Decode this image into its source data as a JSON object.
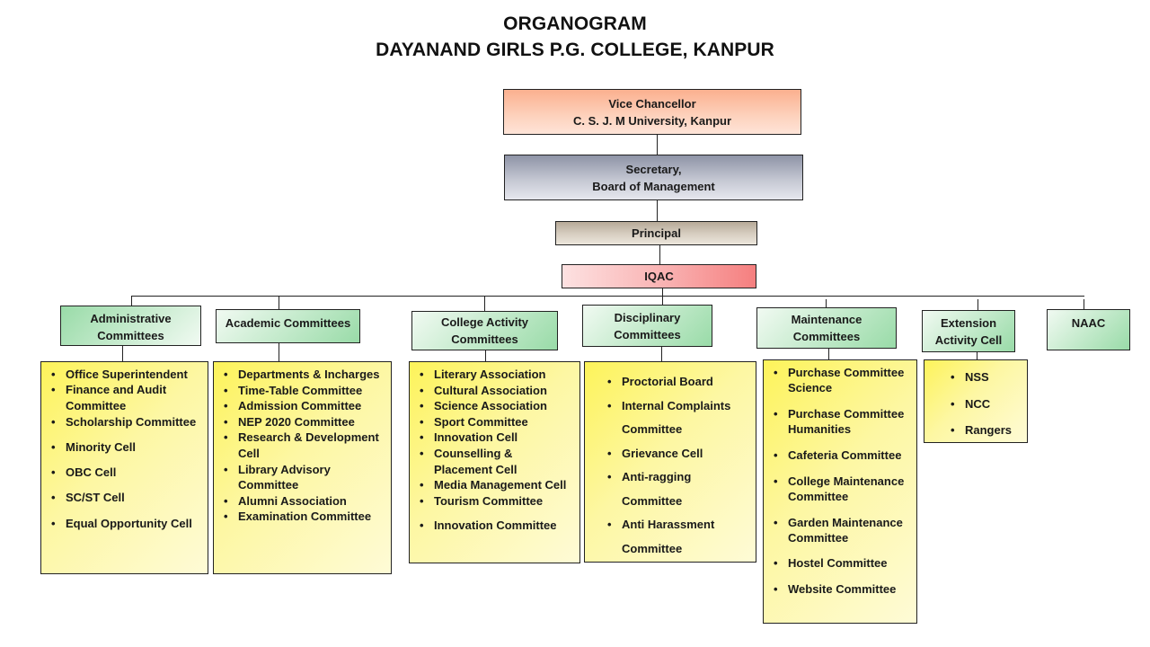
{
  "title": {
    "line1": "ORGANOGRAM",
    "line2": "DAYANAND GIRLS P.G. COLLEGE, KANPUR"
  },
  "hierarchy": {
    "vice_chancellor": {
      "line1": "Vice Chancellor",
      "line2": "C. S. J. M University, Kanpur"
    },
    "secretary": {
      "line1": "Secretary,",
      "line2": "Board of Management"
    },
    "principal": "Principal",
    "iqac": "IQAC"
  },
  "colors": {
    "vice_chancellor": "#fbb08f",
    "secretary": "#8e93a6",
    "principal": "#b7aa98",
    "iqac": "#f57f7f",
    "committee_header": "#99dba8",
    "committee_list": "#fdf35a"
  },
  "committees": [
    {
      "name": "Administrative Committees",
      "items": [
        "Office Superintendent",
        "Finance and Audit Committee",
        "Scholarship Committee",
        "Minority Cell",
        "OBC Cell",
        "SC/ST Cell",
        "Equal Opportunity Cell"
      ]
    },
    {
      "name": "Academic Committees",
      "items": [
        "Departments & Incharges",
        "Time-Table Committee",
        "Admission Committee",
        "NEP 2020 Committee",
        "Research & Development Cell",
        "Library  Advisory Committee",
        "Alumni  Association",
        "Examination Committee"
      ]
    },
    {
      "name": "College Activity Committees",
      "items": [
        "Literary  Association",
        "Cultural  Association",
        "Science Association",
        "Sport Committee",
        "Innovation Cell",
        "Counselling & Placement Cell",
        "Media Management Cell",
        "Tourism Committee",
        "Innovation Committee"
      ]
    },
    {
      "name": "Disciplinary Committees",
      "items": [
        "Proctorial  Board",
        "Internal Complaints Committee",
        "Grievance Cell",
        "Anti-ragging Committee",
        "Anti Harassment Committee"
      ]
    },
    {
      "name": "Maintenance Committees",
      "items": [
        "Purchase Committee Science",
        "Purchase Committee Humanities",
        "Cafeteria Committee",
        "College Maintenance Committee",
        "Garden  Maintenance Committee",
        "Hostel Committee",
        "Website Committee"
      ]
    },
    {
      "name": "Extension Activity Cell",
      "items": [
        "NSS",
        "NCC",
        "Rangers"
      ]
    },
    {
      "name": "NAAC",
      "items": []
    }
  ]
}
